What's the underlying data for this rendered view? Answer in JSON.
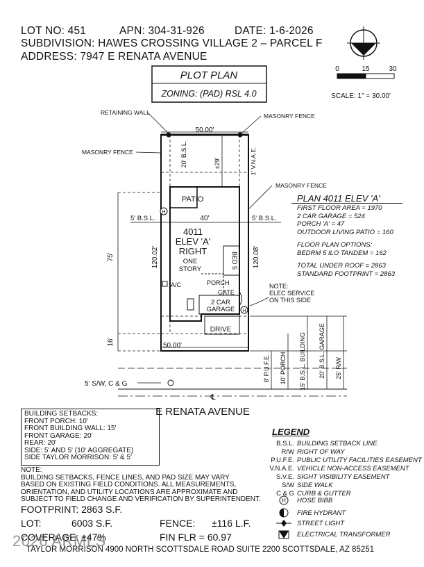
{
  "header": {
    "lot_no": "LOT NO: 451",
    "apn": "APN: 304-31-926",
    "date": "DATE: 1-6-2026",
    "subdivision": "SUBDIVISION: HAWES CROSSING VILLAGE 2 – PARCEL F",
    "address": "ADDRESS: 7947 E RENATA AVENUE"
  },
  "title": {
    "plot_plan": "PLOT PLAN",
    "zoning": "ZONING: (PAD) RSL 4.0"
  },
  "scale": {
    "ticks": [
      "0",
      "15",
      "30"
    ],
    "label": "SCALE: 1\" = 30.00'"
  },
  "labels": {
    "retaining_wall": "RETAINING WALL",
    "masonry_fence_top": "MASONRY FENCE",
    "masonry_fence_left": "MASONRY FENCE",
    "masonry_fence_right": "MASONRY FENCE",
    "dim_top_width": "50.00'",
    "dim_bottom_width": "50.00'",
    "dim_20_bsl": "20' B.S.L.",
    "dim_29": "±29'",
    "dim_vnae": "1' V.N.A.E.",
    "patio": "PATIO",
    "hose_bibb_left": "H",
    "hose_bibb_right": "H",
    "left_bsl": "5' B.S.L.",
    "right_bsl": "5' B.S.L.",
    "dim_40": "40'",
    "house_lines": [
      "4011",
      "ELEV 'A'",
      "RIGHT"
    ],
    "one_story": [
      "ONE",
      "STORY"
    ],
    "bed5": "BED 5",
    "ac": "A/C",
    "porch": "PORCH",
    "gate": "GATE",
    "garage": [
      "2 CAR",
      "GARAGE"
    ],
    "drive": "DRIVE",
    "dim_75": "75'",
    "dim_16": "16'",
    "dim_12002": "120.02'",
    "dim_12008": "120.08'",
    "dim_puf": "8' P.U.F.E.",
    "dim_porch": "10' PORCH",
    "dim_building": "15' B.S.L. BUILDING",
    "dim_garage": "20' B.S.L. GARAGE",
    "dim_rw": "25' R/W",
    "sw": "5' S/W, C & G",
    "street": "E  RENATA  AVENUE",
    "elec_note": [
      "NOTE:",
      "ELEC SERVICE",
      "ON THIS SIDE"
    ]
  },
  "plan": {
    "title": "PLAN 4011 ELEV 'A'",
    "lines": [
      "FIRST FLOOR AREA = 1970",
      "2 CAR GARAGE = 524",
      "PORCH 'A' = 47",
      "OUTDOOR LIVING PATIO = 160"
    ],
    "options_title": "FLOOR PLAN OPTIONS:",
    "options": [
      "BEDRM 5 ILO TANDEM = 162"
    ],
    "totals": [
      "TOTAL UNDER ROOF = 2863",
      "STANDARD FOOTPRINT = 2863"
    ]
  },
  "setbacks": {
    "title": "BUILDING SETBACKS:",
    "items": [
      "FRONT PORCH: 10'",
      "FRONT BUILDING WALL: 15'",
      "FRONT GARAGE: 20'",
      "REAR: 20'",
      "SIDE: 5' AND 5' (10' AGGREGATE)",
      "SIDE TAYLOR MORRISON: 5' & 5'"
    ]
  },
  "general_note": [
    "NOTE:",
    "BUILDING SETBACKS, FENCE LINES, AND PAD SIZE MAY VARY",
    "BASED ON EXISTING FIELD CONDITIONS.  ALL MEASUREMENTS,",
    "ORIENTATION, AND UTILITY LOCATIONS ARE APPROXIMATE AND",
    "SUBJECT TO FIELD CHANGE AND VERIFICATION BY SUPERINTENDENT."
  ],
  "legend": {
    "title": "LEGEND",
    "rows": [
      {
        "abbr": "B.S.L.",
        "desc": "BUILDING SETBACK LINE"
      },
      {
        "abbr": "R/W",
        "desc": "RIGHT OF WAY"
      },
      {
        "abbr": "P.U.F.E.",
        "desc": "PUBLIC UTILITY FACILITIES EASEMENT"
      },
      {
        "abbr": "V.N.A.E.",
        "desc": "VEHICLE NON-ACCESS EASEMENT"
      },
      {
        "abbr": "S.V.E.",
        "desc": "SIGHT VISIBILITY EASEMENT"
      },
      {
        "abbr": "S/W",
        "desc": "SIDE WALK"
      },
      {
        "abbr": "C & G",
        "desc": "CURB & GUTTER"
      }
    ],
    "symbols": [
      {
        "icon": "hose-bibb-icon",
        "desc": "HOSE BIBB"
      },
      {
        "icon": "fire-hydrant-icon",
        "desc": "FIRE HYDRANT"
      },
      {
        "icon": "street-light-icon",
        "desc": "STREET LIGHT"
      },
      {
        "icon": "electrical-transformer-icon",
        "desc": "ELECTRICAL TRANSFORMER"
      }
    ]
  },
  "footer": {
    "footprint": "FOOTPRINT: 2863 S.F.",
    "lot_label": "LOT:",
    "lot_value": "6003 S.F.",
    "fence_label": "FENCE:",
    "fence_value": "±116 L.F.",
    "coverage": "COVERAGE: ±47%",
    "fin_flr": "FIN FLR = 60.97",
    "company": "TAYLOR MORRISON  4900 NORTH SCOTTSDALE ROAD SUITE 2200 SCOTTSDALE, AZ  85251",
    "watermark": "2026 ARMLS"
  }
}
